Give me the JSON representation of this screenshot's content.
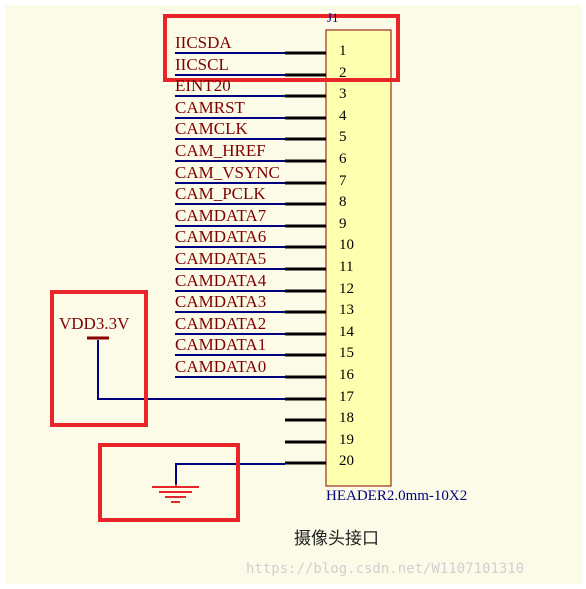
{
  "component": {
    "designator": "J1",
    "part_name": "HEADER2.0mm-10X2",
    "caption": "摄像头接口"
  },
  "pins": [
    {
      "num": "1",
      "net": "IICSDA"
    },
    {
      "num": "2",
      "net": "IICSCL"
    },
    {
      "num": "3",
      "net": "EINT20"
    },
    {
      "num": "4",
      "net": "CAMRST"
    },
    {
      "num": "5",
      "net": "CAMCLK"
    },
    {
      "num": "6",
      "net": "CAM_HREF"
    },
    {
      "num": "7",
      "net": "CAM_VSYNC"
    },
    {
      "num": "8",
      "net": "CAM_PCLK"
    },
    {
      "num": "9",
      "net": "CAMDATA7"
    },
    {
      "num": "10",
      "net": "CAMDATA6"
    },
    {
      "num": "11",
      "net": "CAMDATA5"
    },
    {
      "num": "12",
      "net": "CAMDATA4"
    },
    {
      "num": "13",
      "net": "CAMDATA3"
    },
    {
      "num": "14",
      "net": "CAMDATA2"
    },
    {
      "num": "15",
      "net": "CAMDATA1"
    },
    {
      "num": "16",
      "net": "CAMDATA0"
    },
    {
      "num": "17",
      "net": ""
    },
    {
      "num": "18",
      "net": ""
    },
    {
      "num": "19",
      "net": ""
    },
    {
      "num": "20",
      "net": ""
    }
  ],
  "power": {
    "label": "VDD3.3V"
  },
  "ground": {
    "symbol": "ground-icon"
  },
  "watermark": "https://blog.csdn.net/W1107101310",
  "colors": {
    "background": "#fbfbe8",
    "body_fill": "#ffffb0",
    "body_stroke": "#8b0000",
    "wire": "#000080",
    "pin_line": "#000000",
    "net_label": "#800000",
    "highlight": "#e8262a",
    "ground": "#e8262a"
  }
}
